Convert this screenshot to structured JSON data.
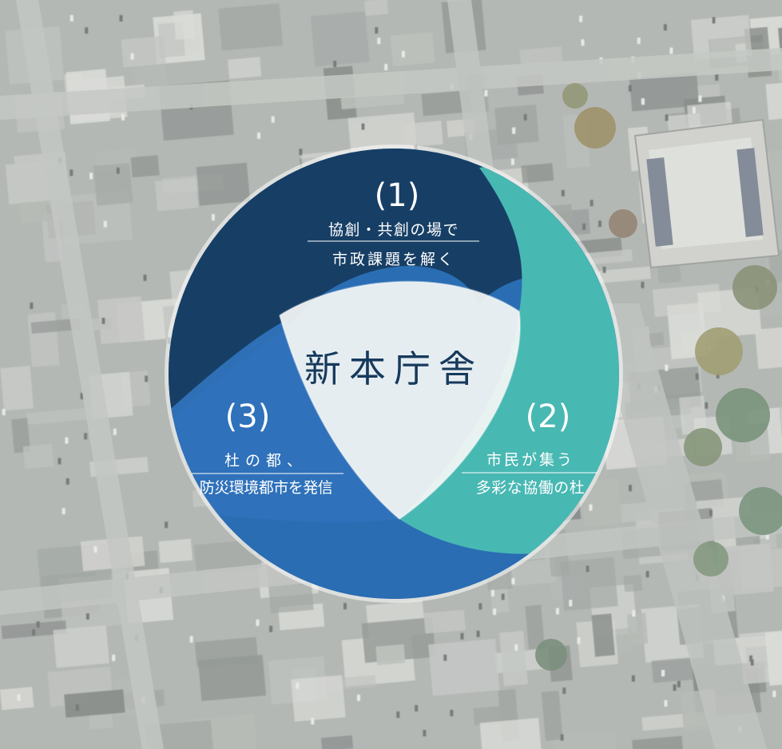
{
  "background": {
    "description_icon": "aerial-city-photo",
    "tint_color": "#8f9692"
  },
  "diagram": {
    "center_label": "新本庁舎",
    "center_color": "#f4f6f5",
    "sections": [
      {
        "number": "(1)",
        "lines": [
          "協創・共創の場で",
          "市政課題を解く"
        ],
        "color": "#173f66"
      },
      {
        "number": "(2)",
        "lines": [
          "市民が集う",
          "多彩な協働の杜"
        ],
        "color": "#48b8b3"
      },
      {
        "number": "(3)",
        "lines": [
          "杜の都、",
          "防災環境都市を発信"
        ],
        "color": "#2a6db3"
      }
    ]
  }
}
